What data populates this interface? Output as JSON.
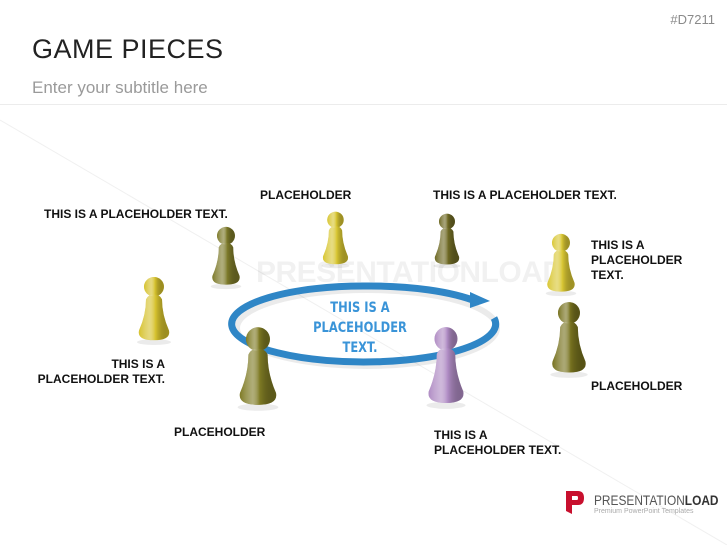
{
  "header": {
    "code": "#D7211",
    "title": "GAME PIECES",
    "subtitle": "Enter your subtitle here"
  },
  "center_text": {
    "line1": "THIS IS A",
    "line2": "PLACEHOLDER TEXT."
  },
  "watermark": "PRESENTATIONLOAD",
  "labels": {
    "top_left": "THIS IS A PLACEHOLDER TEXT.",
    "top_mid": "PLACEHOLDER",
    "top_right": "THIS IS A PLACEHOLDER TEXT.",
    "right_top": {
      "line1": "THIS IS A",
      "line2": "PLACEHOLDER",
      "line3": "TEXT."
    },
    "left": {
      "line1": "THIS IS A",
      "line2": "PLACEHOLDER TEXT."
    },
    "bottom_left": "PLACEHOLDER",
    "right_bottom": "PLACEHOLDER",
    "bottom_right": {
      "line1": "THIS IS A",
      "line2": "PLACEHOLDER TEXT."
    }
  },
  "pieces": [
    {
      "color": "#7d7a2a"
    },
    {
      "color": "#d8c632"
    },
    {
      "color": "#6f6a25"
    },
    {
      "color": "#d9c734"
    },
    {
      "color": "#d6c22e"
    },
    {
      "color": "#7e7a24"
    },
    {
      "color": "#b08cc4"
    },
    {
      "color": "#77721f"
    }
  ],
  "ring_color": "#2f86c6",
  "logo": {
    "brand_light": "PRESENTATION",
    "brand_bold": "LOAD",
    "tagline": "Premium PowerPoint Templates",
    "color": "#c8102e"
  }
}
